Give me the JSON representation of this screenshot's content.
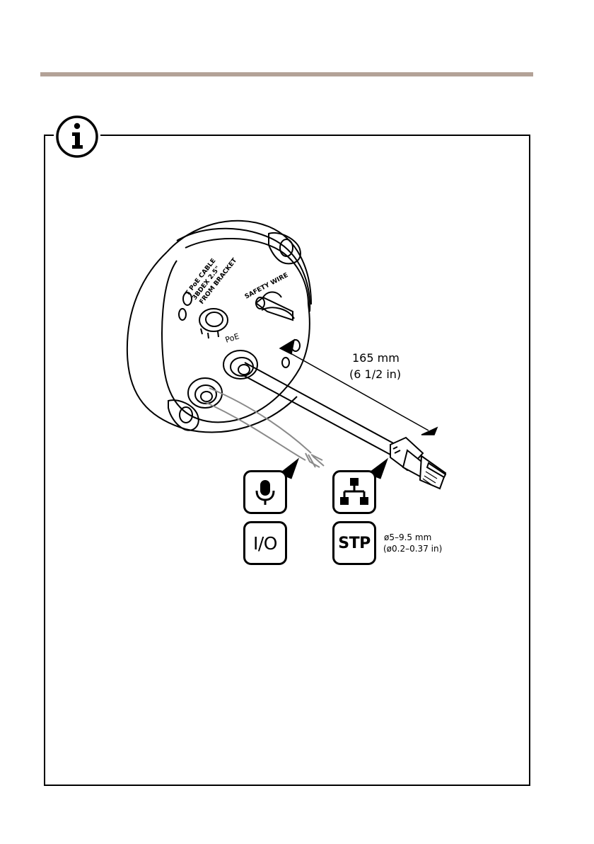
{
  "illustration": {
    "mount_labels": {
      "poe": "PoE",
      "safety_wire": "SAFETY WIRE",
      "cable_note": [
        "T PoE CABLE",
        "3BDEX 2.5\"",
        "FROM BRACKET"
      ]
    },
    "strip_length": {
      "metric": "165 mm",
      "imperial": "(6 1/2 in)"
    },
    "icons": {
      "io_label": "I/O",
      "stp_label": "STP"
    },
    "cable_diameter": {
      "metric": "ø5–9.5 mm",
      "imperial": "(ø0.2–0.37 in)"
    }
  },
  "colors": {
    "rule": "#b3a297",
    "line": "#000000",
    "cable_gray": "#8a8a8a"
  }
}
